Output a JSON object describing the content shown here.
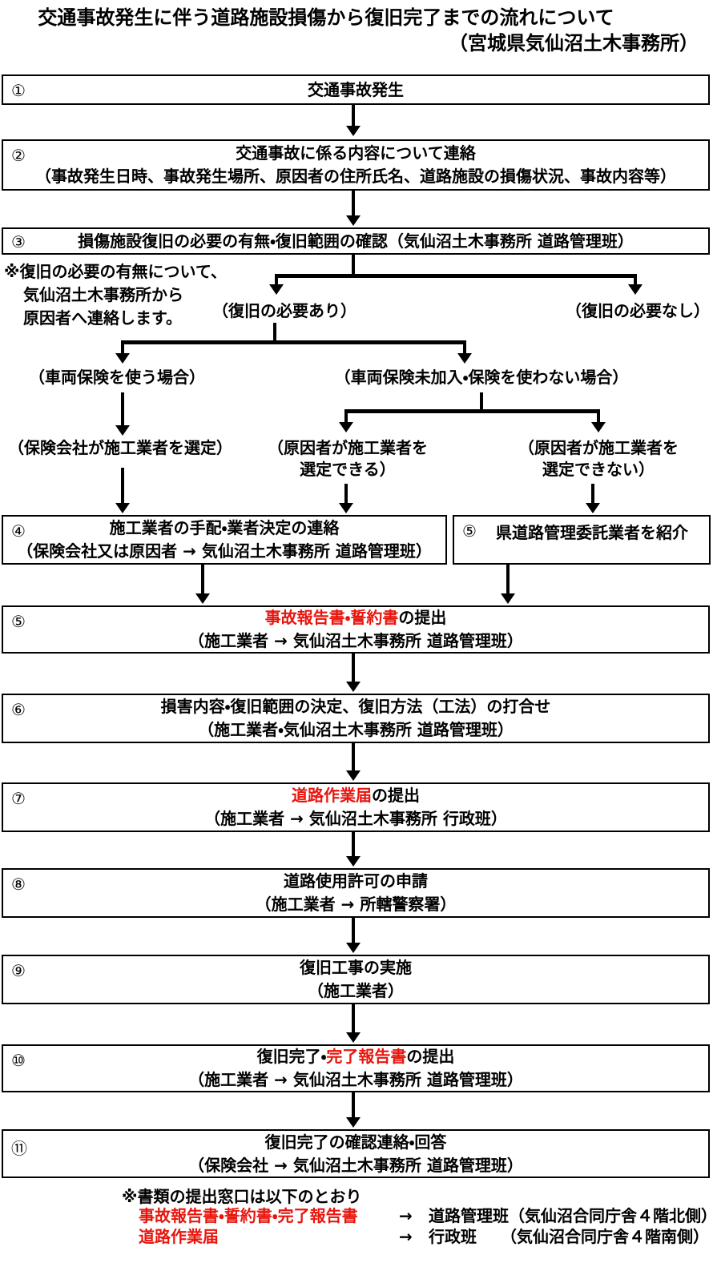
{
  "title": {
    "line1": "交通事故発生に伴う道路施設損傷から復旧完了までの流れについて",
    "line2": "（宮城県気仙沼土木事務所）"
  },
  "colors": {
    "accent_red": "#e8150d",
    "text": "#000000",
    "line": "#000000"
  },
  "note": {
    "l1": "※復旧の必要の有無について、",
    "l2": "気仙沼土木事務所から",
    "l3": "原因者へ連絡します。"
  },
  "labels": {
    "need_yes": "（復旧の必要あり）",
    "need_no": "（復旧の必要なし）",
    "ins_use": "（車両保険を使う場合）",
    "ins_none": "（車両保険未加入・保険を使わない場合）",
    "insurer_sel": "（保険会社が施工業者を選定）",
    "causer_can_1": "（原因者が施工業者を",
    "causer_can_2": "選定できる）",
    "causer_no_1": "（原因者が施工業者を",
    "causer_no_2": "選定できない）"
  },
  "flow": {
    "b1": {
      "num": "①",
      "pre": "",
      "red": "",
      "rest": "交通事故発生",
      "l2": ""
    },
    "b2": {
      "num": "②",
      "pre": "",
      "red": "",
      "rest": "交通事故に係る内容について連絡",
      "l2": "（事故発生日時、事故発生場所、原因者の住所氏名、道路施設の損傷状況、事故内容等）"
    },
    "b3": {
      "num": "③",
      "pre": "",
      "red": "",
      "rest": "損傷施設復旧の必要の有無・復旧範囲の確認（気仙沼土木事務所 道路管理班）",
      "l2": ""
    },
    "b4": {
      "num": "④",
      "pre": "",
      "red": "",
      "rest": "施工業者の手配・業者決定の連絡",
      "l2": "（保険会社又は原因者 → 気仙沼土木事務所 道路管理班）"
    },
    "b5": {
      "num": "⑤",
      "pre": "",
      "red": "",
      "rest": "県道路管理委託業者を紹介",
      "l2": ""
    },
    "b5s": {
      "num": "⑤",
      "pre": "",
      "red": "事故報告書・誓約書",
      "rest": "の提出",
      "l2": "（施工業者 → 気仙沼土木事務所 道路管理班）"
    },
    "b6": {
      "num": "⑥",
      "pre": "",
      "red": "",
      "rest": "損害内容・復旧範囲の決定、復旧方法（工法）の打合せ",
      "l2": "（施工業者・気仙沼土木事務所 道路管理班）"
    },
    "b7": {
      "num": "⑦",
      "pre": "",
      "red": "道路作業届",
      "rest": "の提出",
      "l2": "（施工業者 → 気仙沼土木事務所 行政班）"
    },
    "b8": {
      "num": "⑧",
      "pre": "",
      "red": "",
      "rest": "道路使用許可の申請",
      "l2": "（施工業者 → 所轄警察署）"
    },
    "b9": {
      "num": "⑨",
      "pre": "",
      "red": "",
      "rest": "復旧工事の実施",
      "l2": "（施工業者）"
    },
    "b10": {
      "num": "⑩",
      "pre": "復旧完了・",
      "red": "完了報告書",
      "rest": "の提出",
      "l2": "（施工業者 → 気仙沼土木事務所 道路管理班）"
    },
    "b11": {
      "num": "⑪",
      "pre": "",
      "red": "",
      "rest": "復旧完了の確認連絡・回答",
      "l2": "（保険会社 → 気仙沼土木事務所 道路管理班）"
    }
  },
  "footer": {
    "note": "※書類の提出窓口は以下のとおり",
    "rows": [
      {
        "doc": "事故報告書・誓約書・完了報告書",
        "arrow": "→",
        "dest": "道路管理班（気仙沼合同庁舎４階北側）"
      },
      {
        "doc": "道路作業届",
        "arrow": "→",
        "dest": "行政班　　（気仙沼合同庁舎４階南側）"
      }
    ]
  }
}
